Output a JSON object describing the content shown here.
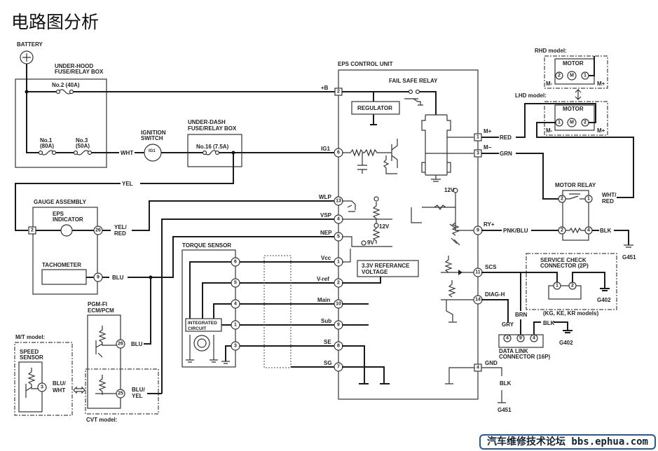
{
  "title": "电路图分析",
  "watermark": "汽车维修技术论坛 bbs.ephua.com",
  "power": {
    "battery": "BATTERY",
    "underhood_1": "UNDER-HOOD",
    "underhood_2": "FUSE/RELAY BOX",
    "fuse2": "No.2 (40A)",
    "fuse1_a": "No.1",
    "fuse1_b": "(80A)",
    "fuse3_a": "No.3",
    "fuse3_b": "(50A)",
    "wht": "WHT",
    "ign_1": "IGNITION",
    "ign_2": "SWITCH",
    "ign_pin": "IG1",
    "underdash_1": "UNDER-DASH",
    "underdash_2": "FUSE/RELAY BOX",
    "fuse16": "No.16 (7.5A)",
    "yel": "YEL"
  },
  "gauge": {
    "title": "GAUGE ASSEMBLY",
    "eps_1": "EPS",
    "eps_2": "INDICATOR",
    "pin_2": "2",
    "pin_26": "26",
    "yelred_1": "YEL/",
    "yelred_2": "RED",
    "tach": "TACHOMETER",
    "pin_9": "9",
    "blu": "BLU"
  },
  "pgm": {
    "title_1": "PGM-FI",
    "title_2": "ECM/PCM",
    "pin_26": "26",
    "blu": "BLU",
    "pin_25": "25",
    "bluyel_1": "BLU/",
    "bluyel_2": "YEL",
    "cvt": "CVT model:"
  },
  "speed": {
    "mt": "M/T model:",
    "title_1": "SPEED",
    "title_2": "SENSOR",
    "pin": "3",
    "bluwht_1": "BLU/",
    "bluwht_2": "WHT"
  },
  "torque": {
    "title": "TORQUE SENSOR",
    "pins": [
      "6",
      "5",
      "4",
      "1",
      "3"
    ],
    "ic_1": "INTEGRATED",
    "ic_2": "CIRCUIT"
  },
  "ecu": {
    "title": "EPS CONTROL UNIT",
    "fail_safe": "FAIL SAFE RELAY",
    "regulator": "REGULATOR",
    "ref_1": "3.3V REFERANCE",
    "ref_2": "VOLTAGE",
    "v12a": "12V",
    "v12b": "12V",
    "v9": "9V",
    "left_pins": [
      {
        "pin": "2",
        "label": "+B"
      },
      {
        "pin": "6",
        "label": "IG1"
      },
      {
        "pin": "13",
        "label": "WLP"
      },
      {
        "pin": "4",
        "label": "VSP"
      },
      {
        "pin": "5",
        "label": "NEP"
      },
      {
        "pin": "1",
        "label": "Vcc"
      },
      {
        "pin": "2",
        "label": "V-ref"
      },
      {
        "pin": "10",
        "label": "Main"
      },
      {
        "pin": "9",
        "label": "Sub"
      },
      {
        "pin": "8",
        "label": "SE"
      },
      {
        "pin": "7",
        "label": "SG"
      }
    ],
    "right_pins": [
      {
        "pin": "1",
        "label": "M+"
      },
      {
        "pin": "3",
        "label": "M−"
      },
      {
        "pin": "9",
        "label": "RY+"
      },
      {
        "pin": "11",
        "label": "SCS"
      },
      {
        "pin": "14",
        "label": "DIAG-H"
      },
      {
        "pin": "4",
        "label": "GND"
      }
    ]
  },
  "motor": {
    "rhd": "RHD model:",
    "lhd": "LHD model:",
    "motor": "MOTOR",
    "m": "M",
    "mminus": "M-",
    "mplus": "M+",
    "pin1": "1",
    "pin2": "2",
    "red": "RED",
    "grn": "GRN"
  },
  "relay": {
    "title": "MOTOR RELAY",
    "pins": [
      "2",
      "1",
      "2",
      "4"
    ],
    "whtred_1": "WHT/",
    "whtred_2": "RED",
    "pnkblu": "PNK/BLU",
    "blk": "BLK",
    "g451": "G451"
  },
  "service": {
    "title_1": "SERVICE CHECK",
    "title_2": "CONNECTOR (2P)",
    "pins": [
      "1",
      "2"
    ],
    "g402": "G402",
    "models": "(KG, KE, KR models)"
  },
  "dlc": {
    "gry": "GRY",
    "brn": "BRN",
    "blk": "BLK",
    "pins": [
      "4",
      "9",
      "4"
    ],
    "title_1": "DATA LINK",
    "title_2": "CONNECTOR (16P)",
    "g402": "G402",
    "gnd_blk": "BLK",
    "g451": "G451"
  }
}
